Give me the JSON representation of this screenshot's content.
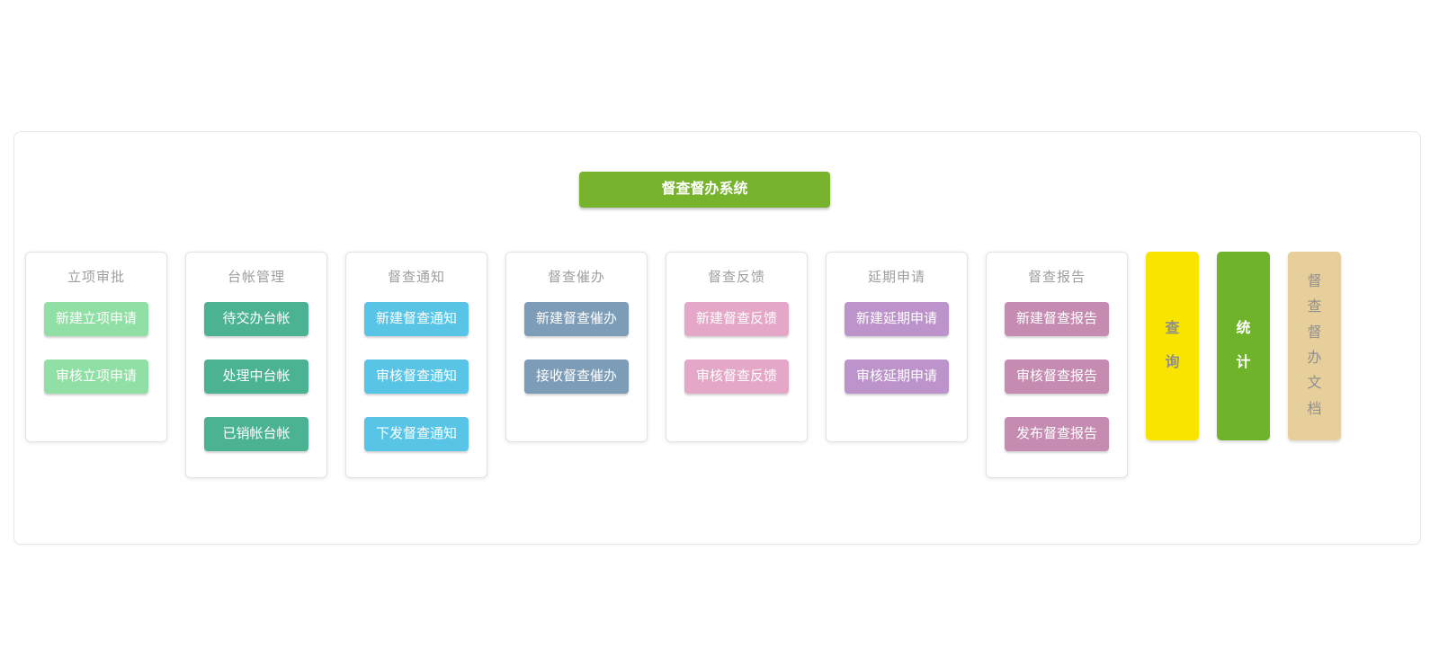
{
  "page": {
    "background": "#ffffff",
    "container_border": "#e7e7e7"
  },
  "header": {
    "title": "督查督办系统",
    "bg": "#77b32c",
    "text_color": "#ffffff"
  },
  "columns": [
    {
      "title": "立项审批",
      "button_bg": "#90dfa4",
      "button_text_color": "#ffffff",
      "buttons": [
        "新建立项申请",
        "审核立项申请"
      ]
    },
    {
      "title": "台帐管理",
      "button_bg": "#4bb293",
      "button_text_color": "#ffffff",
      "buttons": [
        "待交办台帐",
        "处理中台帐",
        "已销帐台帐"
      ]
    },
    {
      "title": "督查通知",
      "button_bg": "#58c5e6",
      "button_text_color": "#ffffff",
      "buttons": [
        "新建督查通知",
        "审核督查通知",
        "下发督查通知"
      ]
    },
    {
      "title": "督查催办",
      "button_bg": "#7d9cb7",
      "button_text_color": "#ffffff",
      "buttons": [
        "新建督查催办",
        "接收督查催办"
      ]
    },
    {
      "title": "督查反馈",
      "button_bg": "#e5a7c7",
      "button_text_color": "#ffffff",
      "buttons": [
        "新建督查反馈",
        "审核督查反馈"
      ]
    },
    {
      "title": "延期申请",
      "button_bg": "#bd93cc",
      "button_text_color": "#ffffff",
      "buttons": [
        "新建延期申请",
        "审核延期申请"
      ]
    },
    {
      "title": "督查报告",
      "button_bg": "#c68bb1",
      "button_text_color": "#ffffff",
      "buttons": [
        "新建督查报告",
        "审核督查报告",
        "发布督查报告"
      ]
    }
  ],
  "side_bars": [
    {
      "label": "查询",
      "bg": "#f9e400",
      "text_color": "#8e8e8e"
    },
    {
      "label": "统计",
      "bg": "#6fb32a",
      "text_color": "#ffffff"
    },
    {
      "label": "督查督办文档",
      "bg": "#e7cf9c",
      "text_color": "#8f8f8f"
    }
  ]
}
